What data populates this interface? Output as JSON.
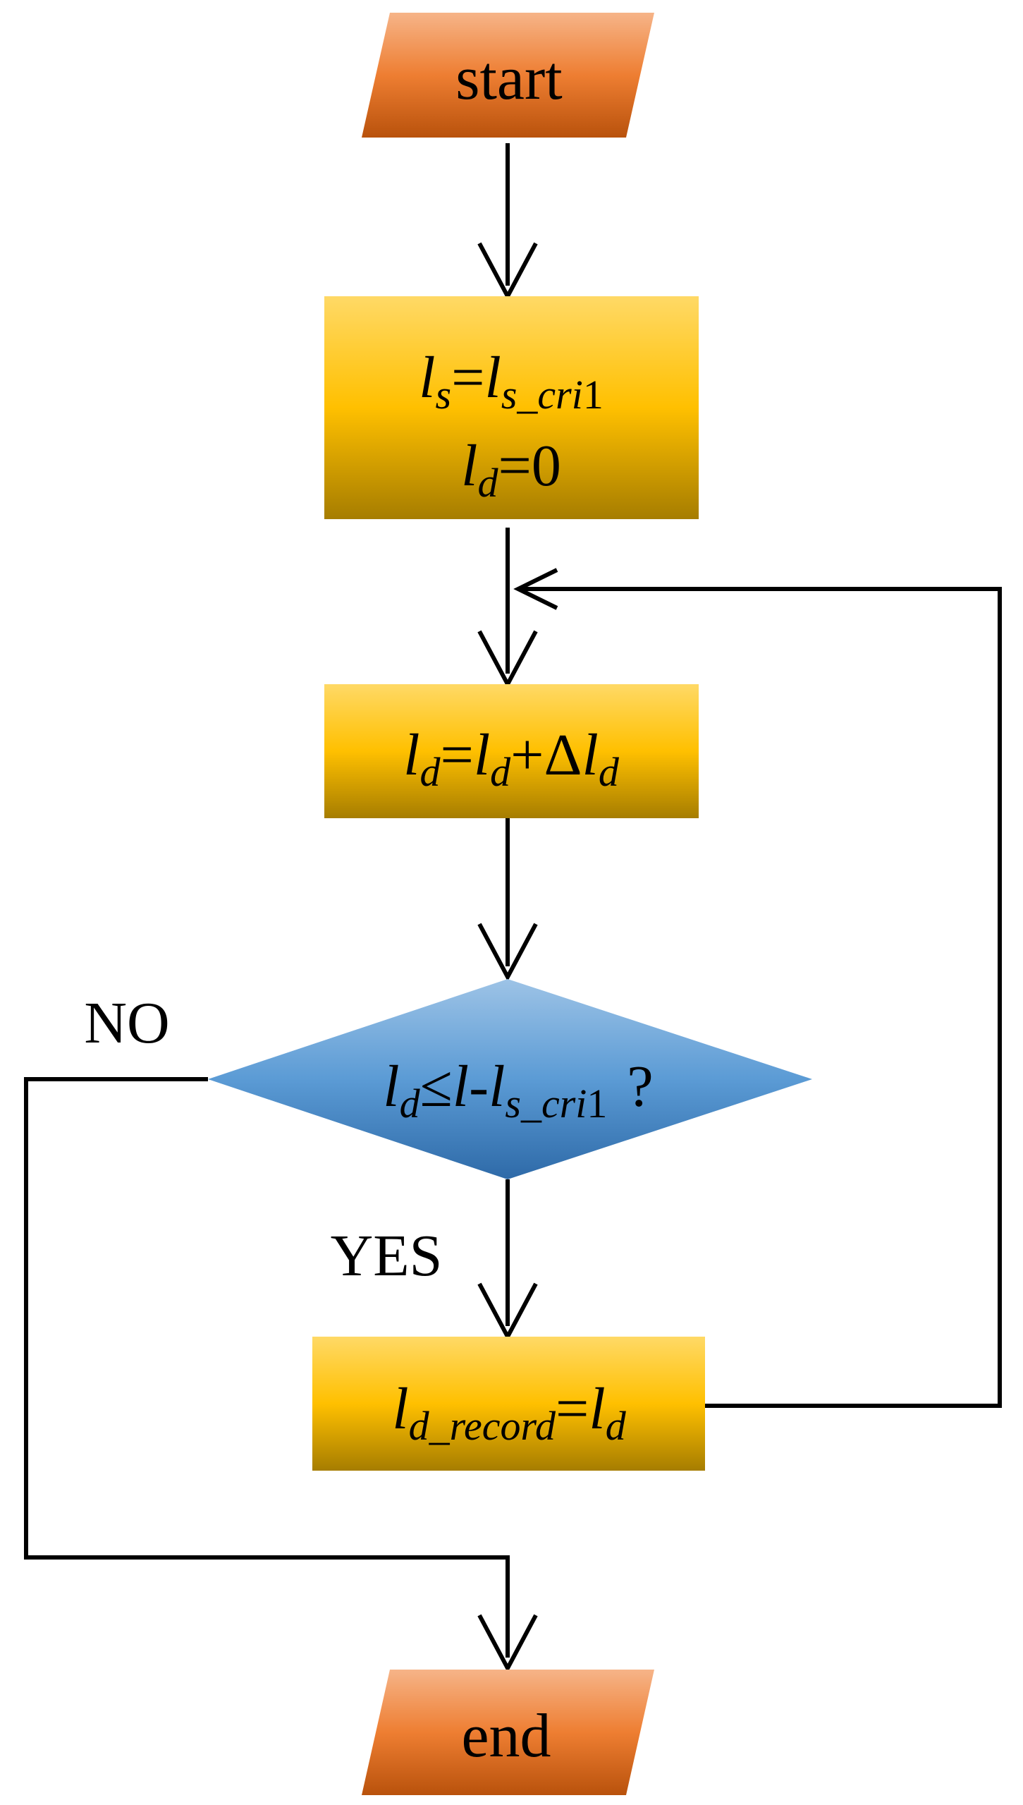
{
  "diagram": {
    "start": {
      "text": "start"
    },
    "init": {
      "line1": {
        "v": "l",
        "sub": "s",
        "eq": "=",
        "v2": "l",
        "sub2": "s_cri",
        "num": "1"
      },
      "line2": {
        "v": "l",
        "sub": "d",
        "eq": "=0"
      }
    },
    "increment": {
      "v": "l",
      "sub": "d",
      "eq": "=",
      "v2": "l",
      "sub2": "d",
      "plus": "+Δ",
      "v3": "l",
      "sub3": "d"
    },
    "decision": {
      "v": "l",
      "sub": "d",
      "le": "≤",
      "v2": "l",
      "minus": "-",
      "v3": "l",
      "sub3": "s_cri",
      "num": "1",
      "q": "?"
    },
    "record": {
      "v": "l",
      "sub": "d_record",
      "eq": "=",
      "v2": "l",
      "sub2": "d"
    },
    "end": {
      "text": "end"
    },
    "labels": {
      "no": "NO",
      "yes": "YES"
    }
  },
  "colors": {
    "orange_light": "#F6B488",
    "orange_mid": "#EE7E32",
    "orange_dark": "#B9520C",
    "yellow_light": "#FFD966",
    "yellow_mid": "#FFC000",
    "yellow_dark": "#A67D00",
    "blue_light": "#9DC3E6",
    "blue_mid": "#5B9BD5",
    "blue_dark": "#2E6AA8"
  }
}
